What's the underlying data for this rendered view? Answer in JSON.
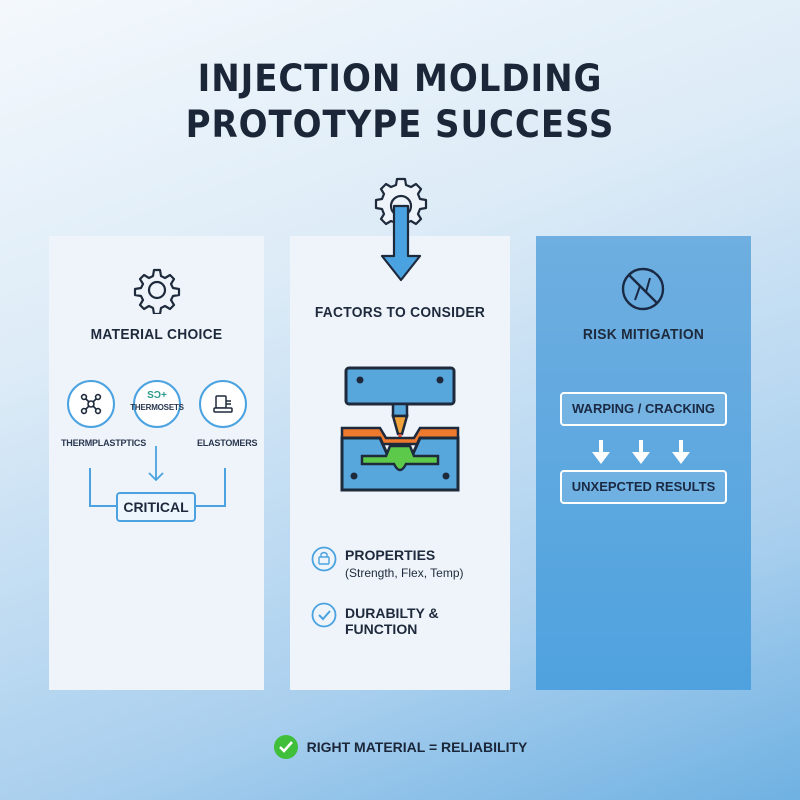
{
  "title": {
    "line1": "INJECTION MOLDING",
    "line2": "PROTOTYPE SUCCESS"
  },
  "material_panel": {
    "heading": "MATERIAL CHOICE",
    "items": [
      {
        "label": "THERMPLASTPTICS",
        "icon": "molecule-icon"
      },
      {
        "label": "THERMOSETS",
        "badge": "SƆ+",
        "icon": "thermoset-icon"
      },
      {
        "label": "ELASTOMERS",
        "icon": "elastomer-icon"
      }
    ],
    "critical_label": "CRITICAL"
  },
  "factors_panel": {
    "heading": "FACTORS TO CONSIDER",
    "properties_label": "PROPERTIES",
    "properties_detail": "(Strength, Flex, Temp)",
    "durability_label": "DURABILTY & FUNCTION"
  },
  "risk_panel": {
    "heading": "RISK MITIGATION",
    "box1": "WARPING / CRACKING",
    "box2": "UNXEPCTED RESULTS"
  },
  "footer": {
    "text": "RIGHT MATERIAL = RELIABILITY"
  },
  "colors": {
    "accent": "#4aa3e0",
    "dark": "#1b2638",
    "success": "#3fbf3a",
    "risk_panel": "#4fa2df"
  }
}
